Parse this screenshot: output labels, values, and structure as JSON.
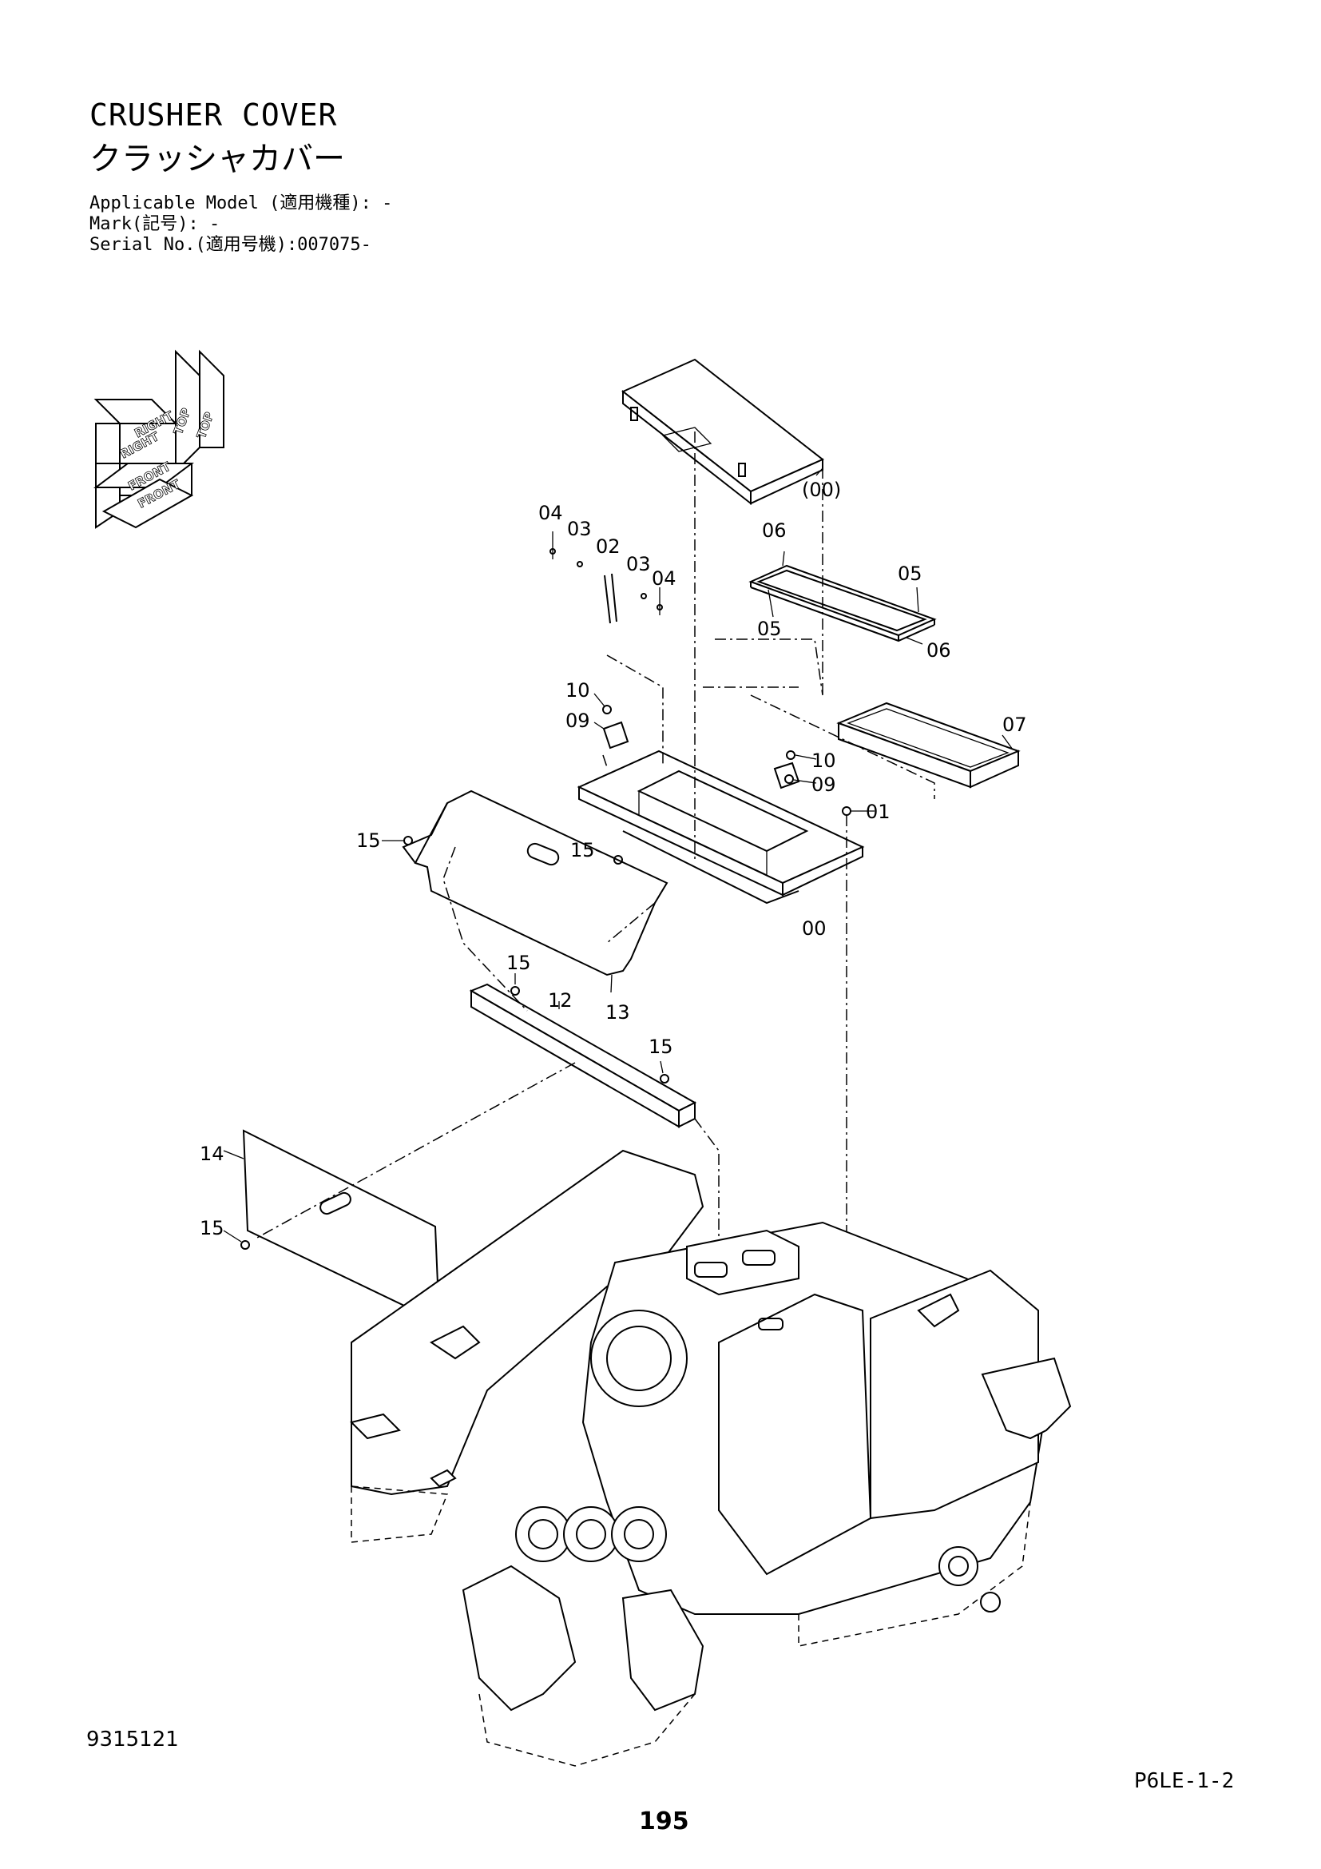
{
  "header": {
    "title_en": "CRUSHER COVER",
    "title_jp": "クラッシャカバー",
    "applicable_model": "Applicable Model (適用機種): -",
    "mark": "Mark(記号): -",
    "serial_no": "Serial No.(適用号機):007075-"
  },
  "orientation": {
    "top_label": "TOP",
    "right_label": "RIGHT",
    "front_label": "FRONT"
  },
  "callouts": {
    "p00_ref": "(00)",
    "p00": "00",
    "p01": "01",
    "p02": "02",
    "p03": "03",
    "p04": "04",
    "p05": "05",
    "p06": "06",
    "p07": "07",
    "p09": "09",
    "p10": "10",
    "p12": "12",
    "p13": "13",
    "p14": "14",
    "p15": "15"
  },
  "footer": {
    "doc_number": "9315121",
    "page_code": "P6LE-1-2",
    "page_number": "195"
  }
}
